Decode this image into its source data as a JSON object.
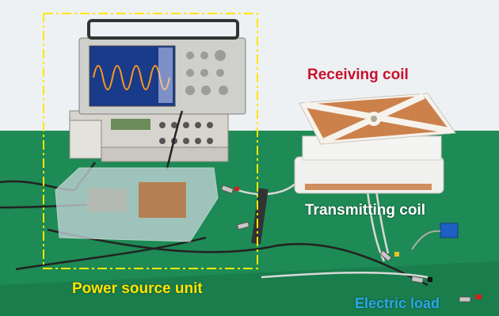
{
  "labels": {
    "receiving_coil": "Receiving coil",
    "transmitting_coil": "Transmitting coil",
    "power_source_unit": "Power source unit",
    "electric_load": "Electric load"
  },
  "colors": {
    "receiving_coil_text": "#c8102e",
    "transmitting_coil_text": "#ffffff",
    "power_source_text": "#ffe600",
    "electric_load_text": "#2aa8e8",
    "dashed_box": "#ffe600",
    "wall": "#eef1f3",
    "table": "#1e8a55",
    "copper": "#c8743a",
    "scope_trace": "#ff9a1a"
  }
}
